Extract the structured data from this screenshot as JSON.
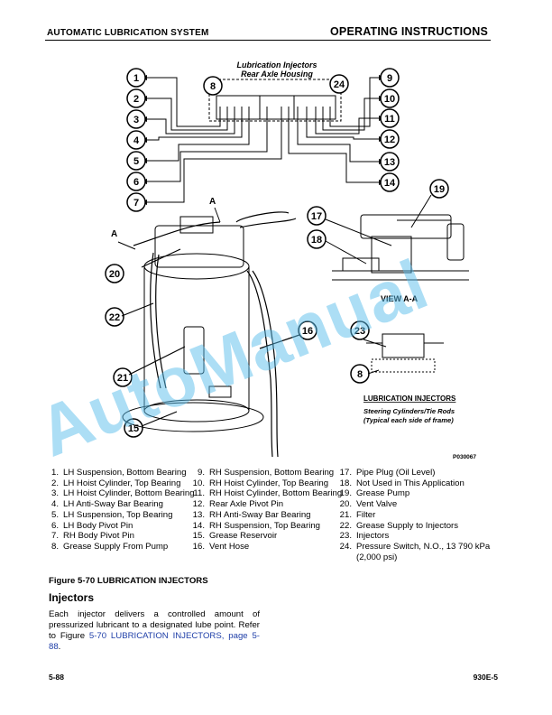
{
  "header": {
    "left": "AUTOMATIC LUBRICATION SYSTEM",
    "right": "OPERATING INSTRUCTIONS"
  },
  "figure": {
    "top_label_line1": "Lubrication Injectors",
    "top_label_line2": "Rear Axle Housing",
    "callouts": [
      "1",
      "2",
      "3",
      "4",
      "5",
      "6",
      "7",
      "8",
      "24",
      "9",
      "10",
      "11",
      "12",
      "13",
      "14",
      "19",
      "17",
      "18",
      "20",
      "22",
      "16",
      "23",
      "21",
      "8",
      "15"
    ],
    "letter_a": "A",
    "view_label": "VIEW A-A",
    "inset_title": "LUBRICATION INJECTORS",
    "inset_line1": "Steering Cylinders/Tie Rods",
    "inset_line2": "(Typical each side of frame)",
    "figure_id": "P030067"
  },
  "legend": {
    "col1": [
      {
        "n": "1.",
        "t": "LH Suspension, Bottom Bearing"
      },
      {
        "n": "2.",
        "t": "LH Hoist Cylinder, Top Bearing"
      },
      {
        "n": "3.",
        "t": "LH Hoist Cylinder, Bottom Bearing"
      },
      {
        "n": "4.",
        "t": "LH Anti-Sway Bar Bearing"
      },
      {
        "n": "5.",
        "t": "LH Suspension, Top Bearing"
      },
      {
        "n": "6.",
        "t": "LH Body Pivot Pin"
      },
      {
        "n": "7.",
        "t": "RH Body Pivot Pin"
      },
      {
        "n": "8.",
        "t": "Grease Supply From Pump"
      }
    ],
    "col2": [
      {
        "n": "9.",
        "t": "RH Suspension, Bottom Bearing"
      },
      {
        "n": "10.",
        "t": "RH Hoist Cylinder, Top Bearing"
      },
      {
        "n": "11.",
        "t": "RH Hoist Cylinder, Bottom Bearing"
      },
      {
        "n": "12.",
        "t": "Rear Axle Pivot Pin"
      },
      {
        "n": "13.",
        "t": "RH Anti-Sway Bar Bearing"
      },
      {
        "n": "14.",
        "t": "RH Suspension, Top Bearing"
      },
      {
        "n": "15.",
        "t": "Grease Reservoir"
      },
      {
        "n": "16.",
        "t": "Vent Hose"
      }
    ],
    "col3": [
      {
        "n": "17.",
        "t": "Pipe Plug (Oil Level)"
      },
      {
        "n": "18.",
        "t": "Not Used in This Application"
      },
      {
        "n": "19.",
        "t": "Grease Pump"
      },
      {
        "n": "20.",
        "t": "Vent Valve"
      },
      {
        "n": "21.",
        "t": "Filter"
      },
      {
        "n": "22.",
        "t": "Grease Supply to Injectors"
      },
      {
        "n": "23.",
        "t": "Injectors"
      },
      {
        "n": "24.",
        "t": "Pressure Switch, N.O., 13 790 kPa (2,000 psi)"
      }
    ]
  },
  "caption": "Figure 5-70 LUBRICATION INJECTORS",
  "section_title": "Injectors",
  "body": {
    "text_before": "Each injector delivers a controlled amount of pressurized lubricant to a designated lube point. Refer to Figure ",
    "link": "5-70 LUBRICATION INJECTORS, page 5-88",
    "text_after": "."
  },
  "footer": {
    "left": "5-88",
    "right": "930E-5"
  },
  "watermark": "AutoManual"
}
